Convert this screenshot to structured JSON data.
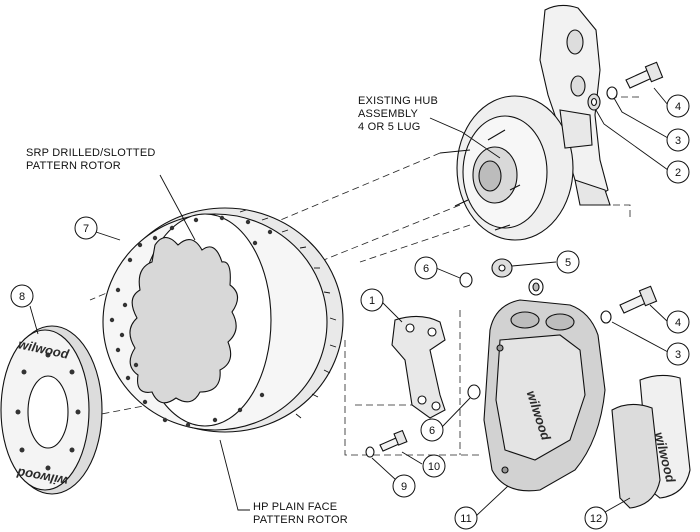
{
  "labels": {
    "hub_line1": "EXISTING HUB",
    "hub_line2": "ASSEMBLY",
    "hub_line3": "4 OR 5 LUG",
    "srp_line1": "SRP DRILLED/SLOTTED",
    "srp_line2": "PATTERN ROTOR",
    "hp_line1": "HP PLAIN FACE",
    "hp_line2": "PATTERN ROTOR"
  },
  "brand": {
    "caliper": "wilwood",
    "hat": "wilwood",
    "pad": "wilwood"
  },
  "callouts": {
    "c1": "1",
    "c2": "2",
    "c3a": "3",
    "c3b": "3",
    "c4a": "4",
    "c4b": "4",
    "c5": "5",
    "c6a": "6",
    "c6b": "6",
    "c7": "7",
    "c8": "8",
    "c9": "9",
    "c10": "10",
    "c11": "11",
    "c12": "12"
  }
}
